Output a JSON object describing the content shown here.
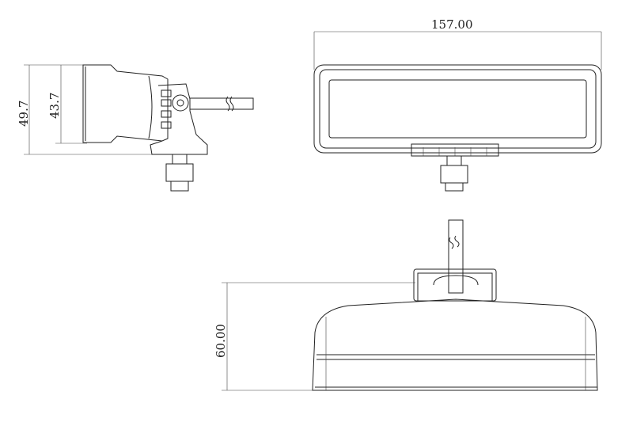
{
  "dimensions": {
    "width": "157.00",
    "height_side_outer": "49.7",
    "height_side_inner": "43.7",
    "depth": "60.00"
  },
  "colors": {
    "line": "#222222",
    "background": "#ffffff"
  }
}
